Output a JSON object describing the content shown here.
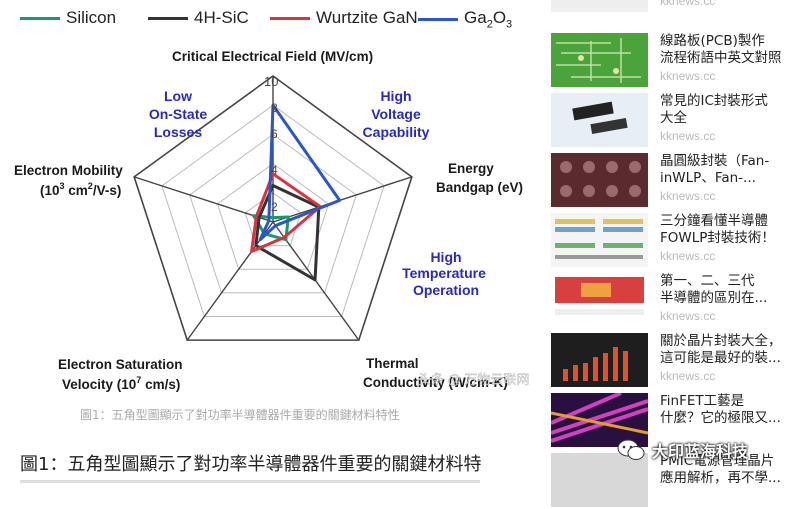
{
  "legend": {
    "items": [
      {
        "label": "Silicon",
        "color": "#1a9a6a"
      },
      {
        "label": "4H-SiC",
        "color": "#333333"
      },
      {
        "label": "Wurtzite GaN",
        "color": "#d8333f"
      },
      {
        "label_main": "Ga",
        "label_sub": "2",
        "label_mid": "O",
        "label_sub2": "3",
        "color": "#2a56c6"
      }
    ]
  },
  "chart": {
    "axis_labels": {
      "top": "Critical Electrical Field (MV/cm)",
      "right_1": "Energy",
      "right_2": "Bandgap (eV)",
      "bottom_right_1": "Thermal",
      "bottom_right_2": "Conductivity (W/cm-K)",
      "bottom_left_1": "Electron Saturation",
      "bottom_left_2": "Velocity (10",
      "bottom_left_sup": "7",
      "bottom_left_3": " cm/s)",
      "left_1": "Electron Mobility",
      "left_2": "(10",
      "left_sup": "3",
      "left_3": " cm",
      "left_sup2": "2",
      "left_4": "/V-s)"
    },
    "annotations": {
      "low_1": "Low",
      "low_2": "On-State",
      "low_3": "Losses",
      "high_v_1": "High",
      "high_v_2": "Voltage",
      "high_v_3": "Capability",
      "high_t_1": "High",
      "high_t_2": "Temperature",
      "high_t_3": "Operation"
    },
    "tick_labels": [
      "2",
      "4",
      "6",
      "8",
      "10"
    ]
  },
  "chart_data": {
    "type": "radar",
    "axes": [
      "Critical Electrical Field (MV/cm)",
      "Energy Bandgap (eV)",
      "Thermal Conductivity (W/cm-K)",
      "Electron Saturation Velocity (10^7 cm/s)",
      "Electron Mobility (10^3 cm^2/V-s)"
    ],
    "rmax": 10,
    "ticks": [
      2,
      4,
      6,
      8,
      10
    ],
    "series": [
      {
        "name": "Silicon",
        "color": "#1a9a6a",
        "values": [
          0.3,
          1.1,
          1.5,
          1.0,
          1.4
        ]
      },
      {
        "name": "4H-SiC",
        "color": "#333333",
        "values": [
          2.5,
          3.3,
          4.9,
          2.0,
          1.0
        ]
      },
      {
        "name": "Wurtzite GaN",
        "color": "#d8333f",
        "values": [
          3.3,
          3.4,
          1.3,
          2.5,
          1.2
        ]
      },
      {
        "name": "Ga2O3",
        "color": "#2a56c6",
        "values": [
          8.0,
          4.8,
          0.3,
          1.5,
          0.3
        ]
      }
    ]
  },
  "captions": {
    "small": "圖1：五角型圖顯示了對功率半導體器件重要的關鍵材料特性",
    "overlay": "头条 @ 万物云联网",
    "big": "圖1：五角型圖顯示了對功率半導體器件重要的關鍵材料特"
  },
  "sidebar": {
    "items": [
      {
        "title_1": "",
        "title_2": "",
        "source": "kknews.cc"
      },
      {
        "title_1": "線路板(PCB)製作",
        "title_2": "流程術語中英文對照",
        "source": "kknews.cc"
      },
      {
        "title_1": "常見的IC封裝形式",
        "title_2": "大全",
        "source": "kknews.cc"
      },
      {
        "title_1": "晶圓級封裝（Fan-",
        "title_2": "inWLP、Fan-...",
        "source": "kknews.cc"
      },
      {
        "title_1": "三分鐘看懂半導體",
        "title_2": "FOWLP封裝技術！",
        "source": "kknews.cc"
      },
      {
        "title_1": "第一、二、三代",
        "title_2": "半導體的區別在...",
        "source": "kknews.cc"
      },
      {
        "title_1": "關於晶片封裝大全，",
        "title_2": "這可能是最好的裝...",
        "source": "kknews.cc"
      },
      {
        "title_1": "FinFET工藝是",
        "title_2": "什麼？它的極限又...",
        "source": ""
      },
      {
        "title_1": "PMIC電源管理晶片",
        "title_2": "應用解析，再不學...",
        "source": ""
      }
    ]
  },
  "watermark": {
    "text": "大印蓝海科技"
  }
}
